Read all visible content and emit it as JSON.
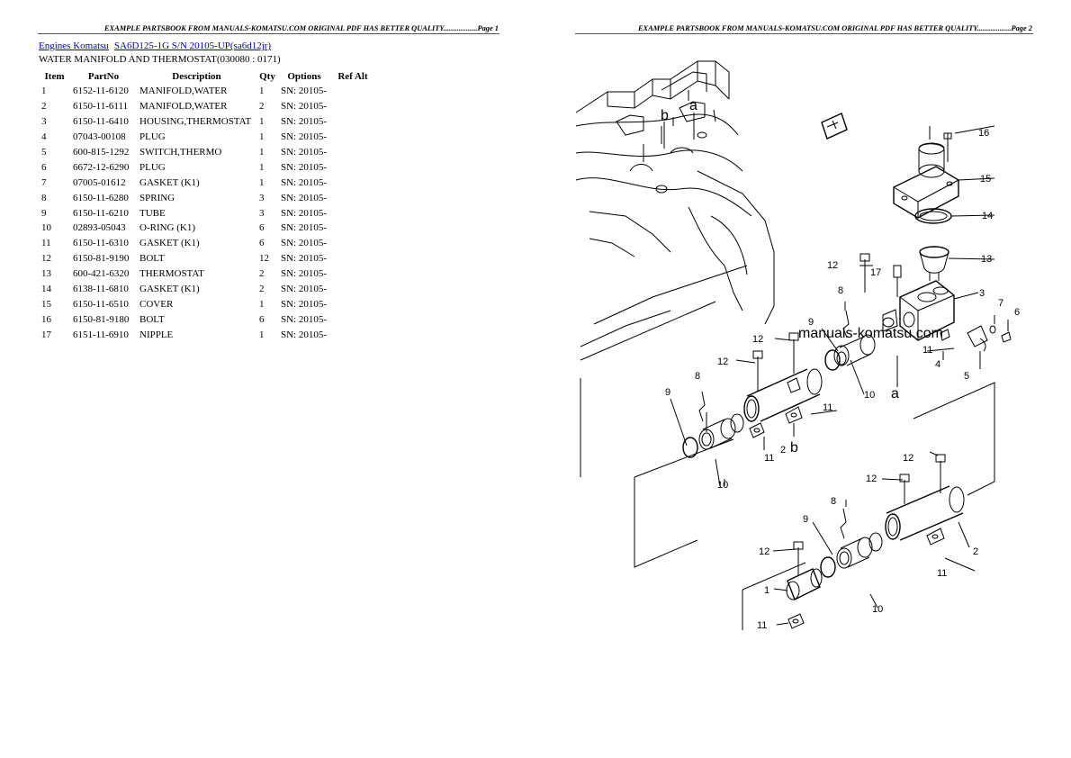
{
  "left_page": {
    "header": "EXAMPLE PARTSBOOK FROM MANUALS-KOMATSU.COM ORIGINAL PDF HAS BETTER QUALITY..................Page 1",
    "breadcrumb": {
      "link1": "Engines Komatsu",
      "link2": "SA6D125-1G S/N 20105-UP(sa6d12jr)"
    },
    "section_title": "WATER MANIFOLD AND THERMOSTAT(030080 : 0171)",
    "columns": [
      "Item",
      "PartNo",
      "Description",
      "Qty",
      "Options",
      "Ref Alt"
    ],
    "rows": [
      {
        "item": "1",
        "partno": "6152-11-6120",
        "description": "MANIFOLD,WATER",
        "qty": "1",
        "options": "SN: 20105-",
        "ref": ""
      },
      {
        "item": "2",
        "partno": "6150-11-6111",
        "description": "MANIFOLD,WATER",
        "qty": "2",
        "options": "SN: 20105-",
        "ref": ""
      },
      {
        "item": "3",
        "partno": "6150-11-6410",
        "description": "HOUSING,THERMOSTAT",
        "qty": "1",
        "options": "SN: 20105-",
        "ref": ""
      },
      {
        "item": "4",
        "partno": "07043-00108",
        "description": "PLUG",
        "qty": "1",
        "options": "SN: 20105-",
        "ref": ""
      },
      {
        "item": "5",
        "partno": "600-815-1292",
        "description": "SWITCH,THERMO",
        "qty": "1",
        "options": "SN: 20105-",
        "ref": ""
      },
      {
        "item": "6",
        "partno": "6672-12-6290",
        "description": "PLUG",
        "qty": "1",
        "options": "SN: 20105-",
        "ref": ""
      },
      {
        "item": "7",
        "partno": "07005-01612",
        "description": "GASKET (K1)",
        "qty": "1",
        "options": "SN: 20105-",
        "ref": ""
      },
      {
        "item": "8",
        "partno": "6150-11-6280",
        "description": "SPRING",
        "qty": "3",
        "options": "SN: 20105-",
        "ref": ""
      },
      {
        "item": "9",
        "partno": "6150-11-6210",
        "description": "TUBE",
        "qty": "3",
        "options": "SN: 20105-",
        "ref": ""
      },
      {
        "item": "10",
        "partno": "02893-05043",
        "description": "O-RING (K1)",
        "qty": "6",
        "options": "SN: 20105-",
        "ref": ""
      },
      {
        "item": "11",
        "partno": "6150-11-6310",
        "description": "GASKET (K1)",
        "qty": "6",
        "options": "SN: 20105-",
        "ref": ""
      },
      {
        "item": "12",
        "partno": "6150-81-9190",
        "description": "BOLT",
        "qty": "12",
        "options": "SN: 20105-",
        "ref": ""
      },
      {
        "item": "13",
        "partno": "600-421-6320",
        "description": "THERMOSTAT",
        "qty": "2",
        "options": "SN: 20105-",
        "ref": ""
      },
      {
        "item": "14",
        "partno": "6138-11-6810",
        "description": "GASKET (K1)",
        "qty": "2",
        "options": "SN: 20105-",
        "ref": ""
      },
      {
        "item": "15",
        "partno": "6150-11-6510",
        "description": "COVER",
        "qty": "1",
        "options": "SN: 20105-",
        "ref": ""
      },
      {
        "item": "16",
        "partno": "6150-81-9180",
        "description": "BOLT",
        "qty": "6",
        "options": "SN: 20105-",
        "ref": ""
      },
      {
        "item": "17",
        "partno": "6151-11-6910",
        "description": "NIPPLE",
        "qty": "1",
        "options": "SN: 20105-",
        "ref": ""
      }
    ]
  },
  "right_page": {
    "header": "EXAMPLE PARTSBOOK FROM MANUALS-KOMATSU.COM ORIGINAL PDF HAS BETTER QUALITY..................Page 2",
    "diagram": {
      "watermark": "manuals-komatsu.com",
      "callouts": [
        "16",
        "15",
        "14",
        "13",
        "12",
        "17",
        "8",
        "3",
        "7",
        "6",
        "9",
        "11",
        "4",
        "5",
        "10",
        "12",
        "12",
        "8",
        "9",
        "11",
        "2",
        "11",
        "10",
        "12",
        "12",
        "8",
        "9",
        "2",
        "12",
        "11",
        "1",
        "10",
        "11"
      ],
      "letters": [
        "b",
        "a",
        "a",
        "b"
      ]
    }
  }
}
